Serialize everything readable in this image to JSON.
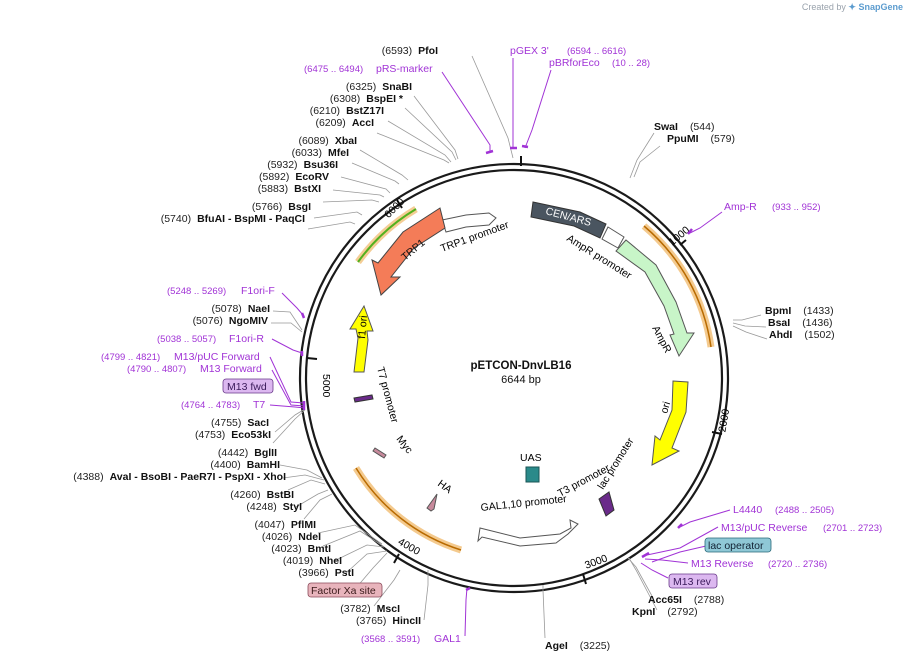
{
  "credit": {
    "prefix": "Created by",
    "brand": "SnapGene"
  },
  "plasmid": {
    "name": "pETCON-DnvLB16",
    "length_label": "6644 bp",
    "length": 6644
  },
  "ticks": [
    "1000",
    "2000",
    "3000",
    "4000",
    "5000",
    "6000"
  ],
  "features": [
    {
      "name": "TRP1 promoter"
    },
    {
      "name": "TRP1"
    },
    {
      "name": "CEN/ARS"
    },
    {
      "name": "AmpR promoter"
    },
    {
      "name": "AmpR"
    },
    {
      "name": "ori"
    },
    {
      "name": "f1 ori"
    },
    {
      "name": "T7 promoter"
    },
    {
      "name": "Myc"
    },
    {
      "name": "HA"
    },
    {
      "name": "UAS"
    },
    {
      "name": "GAL1,10 promoter"
    },
    {
      "name": "T3 promoter"
    },
    {
      "name": "lac promoter"
    }
  ],
  "sites": [
    {
      "pos": "(6593)",
      "name": "PfoI"
    },
    {
      "pos": "(6325)",
      "name": "SnaBI"
    },
    {
      "pos": "(6308)",
      "name": "BspEI *"
    },
    {
      "pos": "(6210)",
      "name": "BstZ17I"
    },
    {
      "pos": "(6209)",
      "name": "AccI"
    },
    {
      "pos": "(6089)",
      "name": "XbaI"
    },
    {
      "pos": "(6033)",
      "name": "MfeI"
    },
    {
      "pos": "(5932)",
      "name": "Bsu36I"
    },
    {
      "pos": "(5892)",
      "name": "EcoRV"
    },
    {
      "pos": "(5883)",
      "name": "BstXI"
    },
    {
      "pos": "(5766)",
      "name": "BsgI"
    },
    {
      "pos": "(5740)",
      "name": "BfuAI - BspMI - PaqCI"
    },
    {
      "pos": "(5078)",
      "name": "NaeI"
    },
    {
      "pos": "(5076)",
      "name": "NgoMIV"
    },
    {
      "pos": "(4755)",
      "name": "SacI"
    },
    {
      "pos": "(4753)",
      "name": "Eco53kI"
    },
    {
      "pos": "(4442)",
      "name": "BglII"
    },
    {
      "pos": "(4400)",
      "name": "BamHI"
    },
    {
      "pos": "(4388)",
      "name": "AvaI - BsoBI - PaeR7I - PspXI - XhoI"
    },
    {
      "pos": "(4260)",
      "name": "BstBI"
    },
    {
      "pos": "(4248)",
      "name": "StyI"
    },
    {
      "pos": "(4047)",
      "name": "PflMI"
    },
    {
      "pos": "(4026)",
      "name": "NdeI"
    },
    {
      "pos": "(4023)",
      "name": "BmtI"
    },
    {
      "pos": "(4019)",
      "name": "NheI"
    },
    {
      "pos": "(3966)",
      "name": "PstI"
    },
    {
      "pos": "(3782)",
      "name": "MscI"
    },
    {
      "pos": "(3765)",
      "name": "HincII"
    },
    {
      "pos": "(3225)",
      "name": "AgeI"
    },
    {
      "pos": "(2788)",
      "name": "Acc65I"
    },
    {
      "pos": "(2792)",
      "name": "KpnI"
    },
    {
      "pos": "(544)",
      "name": "SwaI"
    },
    {
      "pos": "(579)",
      "name": "PpuMI"
    },
    {
      "pos": "(1433)",
      "name": "BpmI"
    },
    {
      "pos": "(1436)",
      "name": "BsaI"
    },
    {
      "pos": "(1502)",
      "name": "AhdI"
    }
  ],
  "primers": [
    {
      "pos": "(6594 .. 6616)",
      "name": "pGEX 3'"
    },
    {
      "pos": "(10 .. 28)",
      "name": "pBRforEco"
    },
    {
      "pos": "(6475 .. 6494)",
      "name": "pRS-marker"
    },
    {
      "pos": "(933 .. 952)",
      "name": "Amp-R"
    },
    {
      "pos": "(5248 .. 5269)",
      "name": "F1ori-F"
    },
    {
      "pos": "(5038 .. 5057)",
      "name": "F1ori-R"
    },
    {
      "pos": "(4799 .. 4821)",
      "name": "M13/pUC Forward"
    },
    {
      "pos": "(4790 .. 4807)",
      "name": "M13 Forward"
    },
    {
      "pos": "(4764 .. 4783)",
      "name": "T7"
    },
    {
      "pos": "(3568 .. 3591)",
      "name": "GAL1"
    },
    {
      "pos": "(2488 .. 2505)",
      "name": "L4440"
    },
    {
      "pos": "(2701 .. 2723)",
      "name": "M13/pUC Reverse"
    },
    {
      "pos": "(2720 .. 2736)",
      "name": "M13 Reverse"
    }
  ],
  "boxes": [
    {
      "name": "M13 fwd",
      "color": "#dcb8f0"
    },
    {
      "name": "lac operator",
      "color": "#8fc8d6"
    },
    {
      "name": "M13 rev",
      "color": "#dcb8f0"
    },
    {
      "name": "Factor Xa site",
      "color": "#e8b4bc"
    }
  ],
  "colors": {
    "backbone": "#1a1a1a",
    "primer": "#a133d6",
    "trp1": "#f47c58",
    "trp1_highlight": "#52b11e",
    "cen_ars": "#4a5560",
    "ampr": "#c8f5c8",
    "ori": "#ffff00",
    "highlight": "#f0b868",
    "promoter": "#ffffff"
  }
}
